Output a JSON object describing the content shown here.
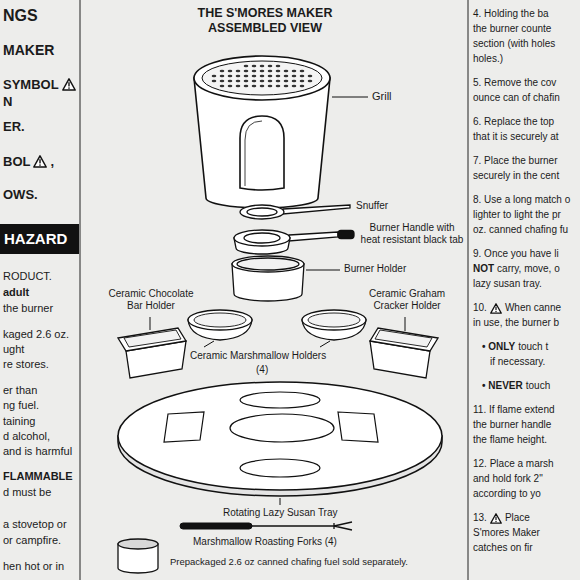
{
  "diagram": {
    "title": "THE S'MORES MAKER ASSEMBLED VIEW",
    "nodes": [
      {
        "text": [
          "HAZARD"
        ]
      }
    ],
    "labels": [
      "NGS",
      "MAKER",
      "SYMBOL",
      "N",
      "ER.",
      "BOL",
      ",",
      "OWS.",
      "RODUCT.",
      "adult",
      "the burner",
      "kaged 2.6 oz.",
      "ught",
      "re stores.",
      "er than",
      "ng fuel.",
      "taining",
      "d alcohol,",
      "and is harmful",
      "FLAMMABLE",
      "d must be",
      "a stovetop or",
      "or campfire.",
      "hen hot or in",
      "Grill",
      "Snuffer",
      "Burner Handle with heat resistant black tab",
      "Burner Holder",
      "Ceramic Chocolate Bar Holder",
      "Ceramic Graham Cracker Holder",
      "Ceramic Marshmallow Holders",
      "(4)",
      "Rotating Lazy Susan Tray",
      "Marshmallow Roasting Forks (4)",
      "Prepackaged 2.6 oz canned chafing fuel sold separately.",
      "4. Holding the ba",
      "the burner counte",
      "section (with holes",
      "holes.)",
      "5. Remove the cov",
      "ounce can of chafin",
      "6. Replace the top",
      "that it is securely at",
      "7. Place the burner",
      "securely in the cent",
      "8. Use a long match o",
      "lighter to light the pr",
      "oz. canned chafing fu",
      "9. Once you have li",
      "NOT",
      "carry, move, o",
      "lazy susan tray.",
      "10.",
      "When canne",
      "in use, the burner b",
      "• ONLY",
      "touch t",
      "if necessary.",
      "• NEVER",
      "touch",
      "11. If flame extend",
      "the burner handle",
      "the flame height.",
      "12. Place a marsh",
      "and hold fork 2\"",
      "according to yo",
      "13.",
      "Place",
      "S'mores Maker",
      "catches on fir"
    ]
  }
}
